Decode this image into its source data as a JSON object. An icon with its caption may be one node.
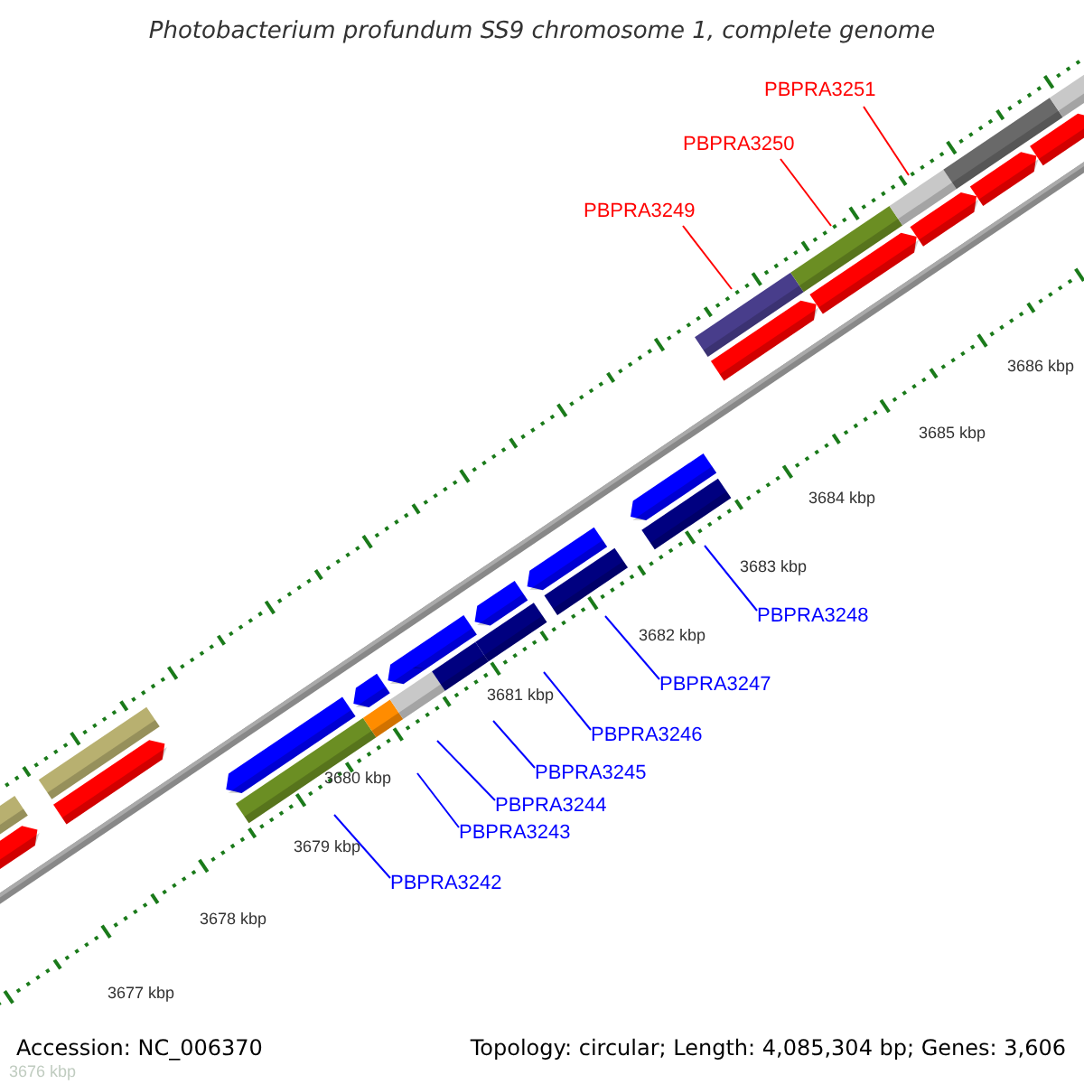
{
  "diagram": {
    "title": "Photobacterium profundum SS9 chromosome 1, complete genome",
    "nodes": [
      {
        "text": [
          "PBPRA3251"
        ]
      },
      {
        "text": [
          "PBPRA3250"
        ]
      },
      {
        "text": [
          "PBPRA3249"
        ]
      },
      {
        "text": [
          "PBPRA3248"
        ]
      },
      {
        "text": [
          "PBPRA3247"
        ]
      },
      {
        "text": [
          "PBPRA3246"
        ]
      },
      {
        "text": [
          "PBPRA3245"
        ]
      },
      {
        "text": [
          "PBPRA3244"
        ]
      },
      {
        "text": [
          "PBPRA3243"
        ]
      },
      {
        "text": [
          "PBPRA3242"
        ]
      }
    ],
    "edges": [
      {
        "from": 0,
        "to": null,
        "arrow": "none",
        "color": "#ff0000"
      },
      {
        "from": 1,
        "to": null,
        "arrow": "none",
        "color": "#ff0000"
      },
      {
        "from": 2,
        "to": null,
        "arrow": "none",
        "color": "#ff0000"
      },
      {
        "from": 3,
        "to": null,
        "arrow": "none"
      },
      {
        "from": 4,
        "to": null,
        "arrow": "none"
      },
      {
        "from": 5,
        "to": null,
        "arrow": "none"
      },
      {
        "from": 6,
        "to": null,
        "arrow": "none"
      },
      {
        "from": 7,
        "to": null,
        "arrow": "none"
      },
      {
        "from": 8,
        "to": null,
        "arrow": "none"
      },
      {
        "from": 9,
        "to": null,
        "arrow": "none"
      }
    ],
    "labels": [
      "3686 kbp",
      "3685 kbp",
      "3684 kbp",
      "3683 kbp",
      "3682 kbp",
      "3681 kbp",
      "3680 kbp",
      "3679 kbp",
      "3678 kbp",
      "3677 kbp",
      "Accession: NC_006370",
      "3676 kbp",
      "Topology: circular; Length: 4,085,304 bp; Genes: 3,606"
    ]
  }
}
